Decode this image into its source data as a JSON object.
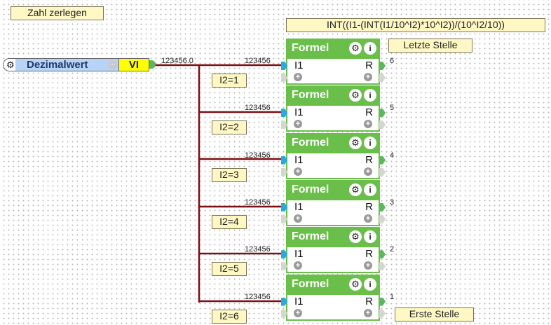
{
  "title_note": "Zahl zerlegen",
  "formula_note": "INT((I1-(INT(I1/10^I2)*10^I2))/(10^I2/10))",
  "last_digit_note": "Letzte Stelle",
  "first_digit_note": "Erste Stelle",
  "input_node": {
    "gear_icon": "⚙",
    "label": "Dezimalwert",
    "menu_icon": "···",
    "type": "VI",
    "output_value": "123456.0"
  },
  "blocks": [
    {
      "title": "Formel",
      "in1": "I1",
      "out": "R",
      "in_value": "123456",
      "param": "I2=1",
      "result": "6"
    },
    {
      "title": "Formel",
      "in1": "I1",
      "out": "R",
      "in_value": "123456",
      "param": "I2=2",
      "result": "5"
    },
    {
      "title": "Formel",
      "in1": "I1",
      "out": "R",
      "in_value": "123456",
      "param": "I2=3",
      "result": "4"
    },
    {
      "title": "Formel",
      "in1": "I1",
      "out": "R",
      "in_value": "123456",
      "param": "I2=4",
      "result": "3"
    },
    {
      "title": "Formel",
      "in1": "I1",
      "out": "R",
      "in_value": "123456",
      "param": "I2=5",
      "result": "2"
    },
    {
      "title": "Formel",
      "in1": "I1",
      "out": "R",
      "in_value": "123456",
      "param": "I2=6",
      "result": "1"
    }
  ],
  "icons": {
    "gear": "⚙",
    "info": "i",
    "add": "+"
  },
  "colors": {
    "block_green": "#6abf4b",
    "wire": "#7b0f12",
    "input_port": "#29a9e0",
    "note_bg": "#fff8c4",
    "type_yellow": "#ffff00",
    "label_blue": "#b7d3f6"
  }
}
